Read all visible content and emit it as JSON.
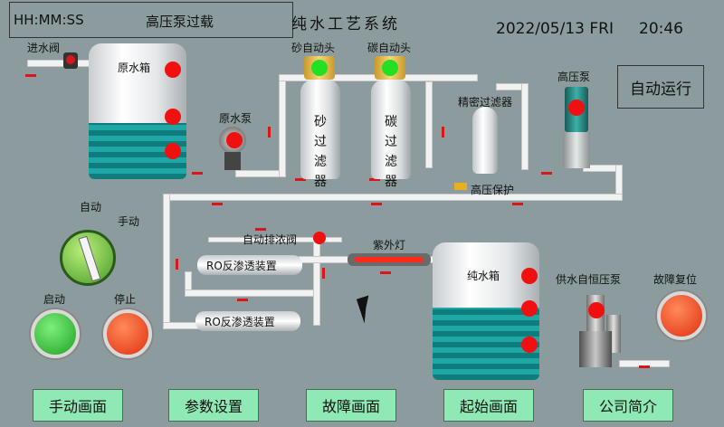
{
  "header": {
    "time_format": "HH:MM:SS",
    "alarm_text": "高压泵过载",
    "title": "纯水工艺系统",
    "date": "2022/05/13 FRI",
    "clock": "20:46"
  },
  "mode": {
    "label": "自动运行"
  },
  "equipment": {
    "inlet_valve": "进水阀",
    "raw_tank": "原水箱",
    "raw_pump": "原水泵",
    "sand_head": "砂自动头",
    "carbon_head": "碳自动头",
    "sand_filter": "砂过滤器",
    "carbon_filter": "碳过滤器",
    "precision_filter": "精密过滤器",
    "high_pump": "高压泵",
    "high_pressure_protect": "高压保护",
    "drain_valve": "自动排浓阀",
    "uv_lamp": "紫外灯",
    "ro1": "RO反渗透装置",
    "ro2": "RO反渗透装置",
    "pure_tank": "纯水箱",
    "supply_pump": "供水自恒压泵"
  },
  "controls": {
    "auto_label": "自动",
    "manual_label": "手动",
    "start_label": "启动",
    "stop_label": "停止",
    "fault_reset_label": "故障复位"
  },
  "nav": [
    {
      "label": "手动画面"
    },
    {
      "label": "参数设置"
    },
    {
      "label": "故障画面"
    },
    {
      "label": "起始画面"
    },
    {
      "label": "公司简介"
    }
  ],
  "colors": {
    "background": "#8c9c9e",
    "nav_button": "#8ee9b4",
    "status_off": "#f01010",
    "status_on": "#22e022",
    "water": "#1fa7a5"
  }
}
